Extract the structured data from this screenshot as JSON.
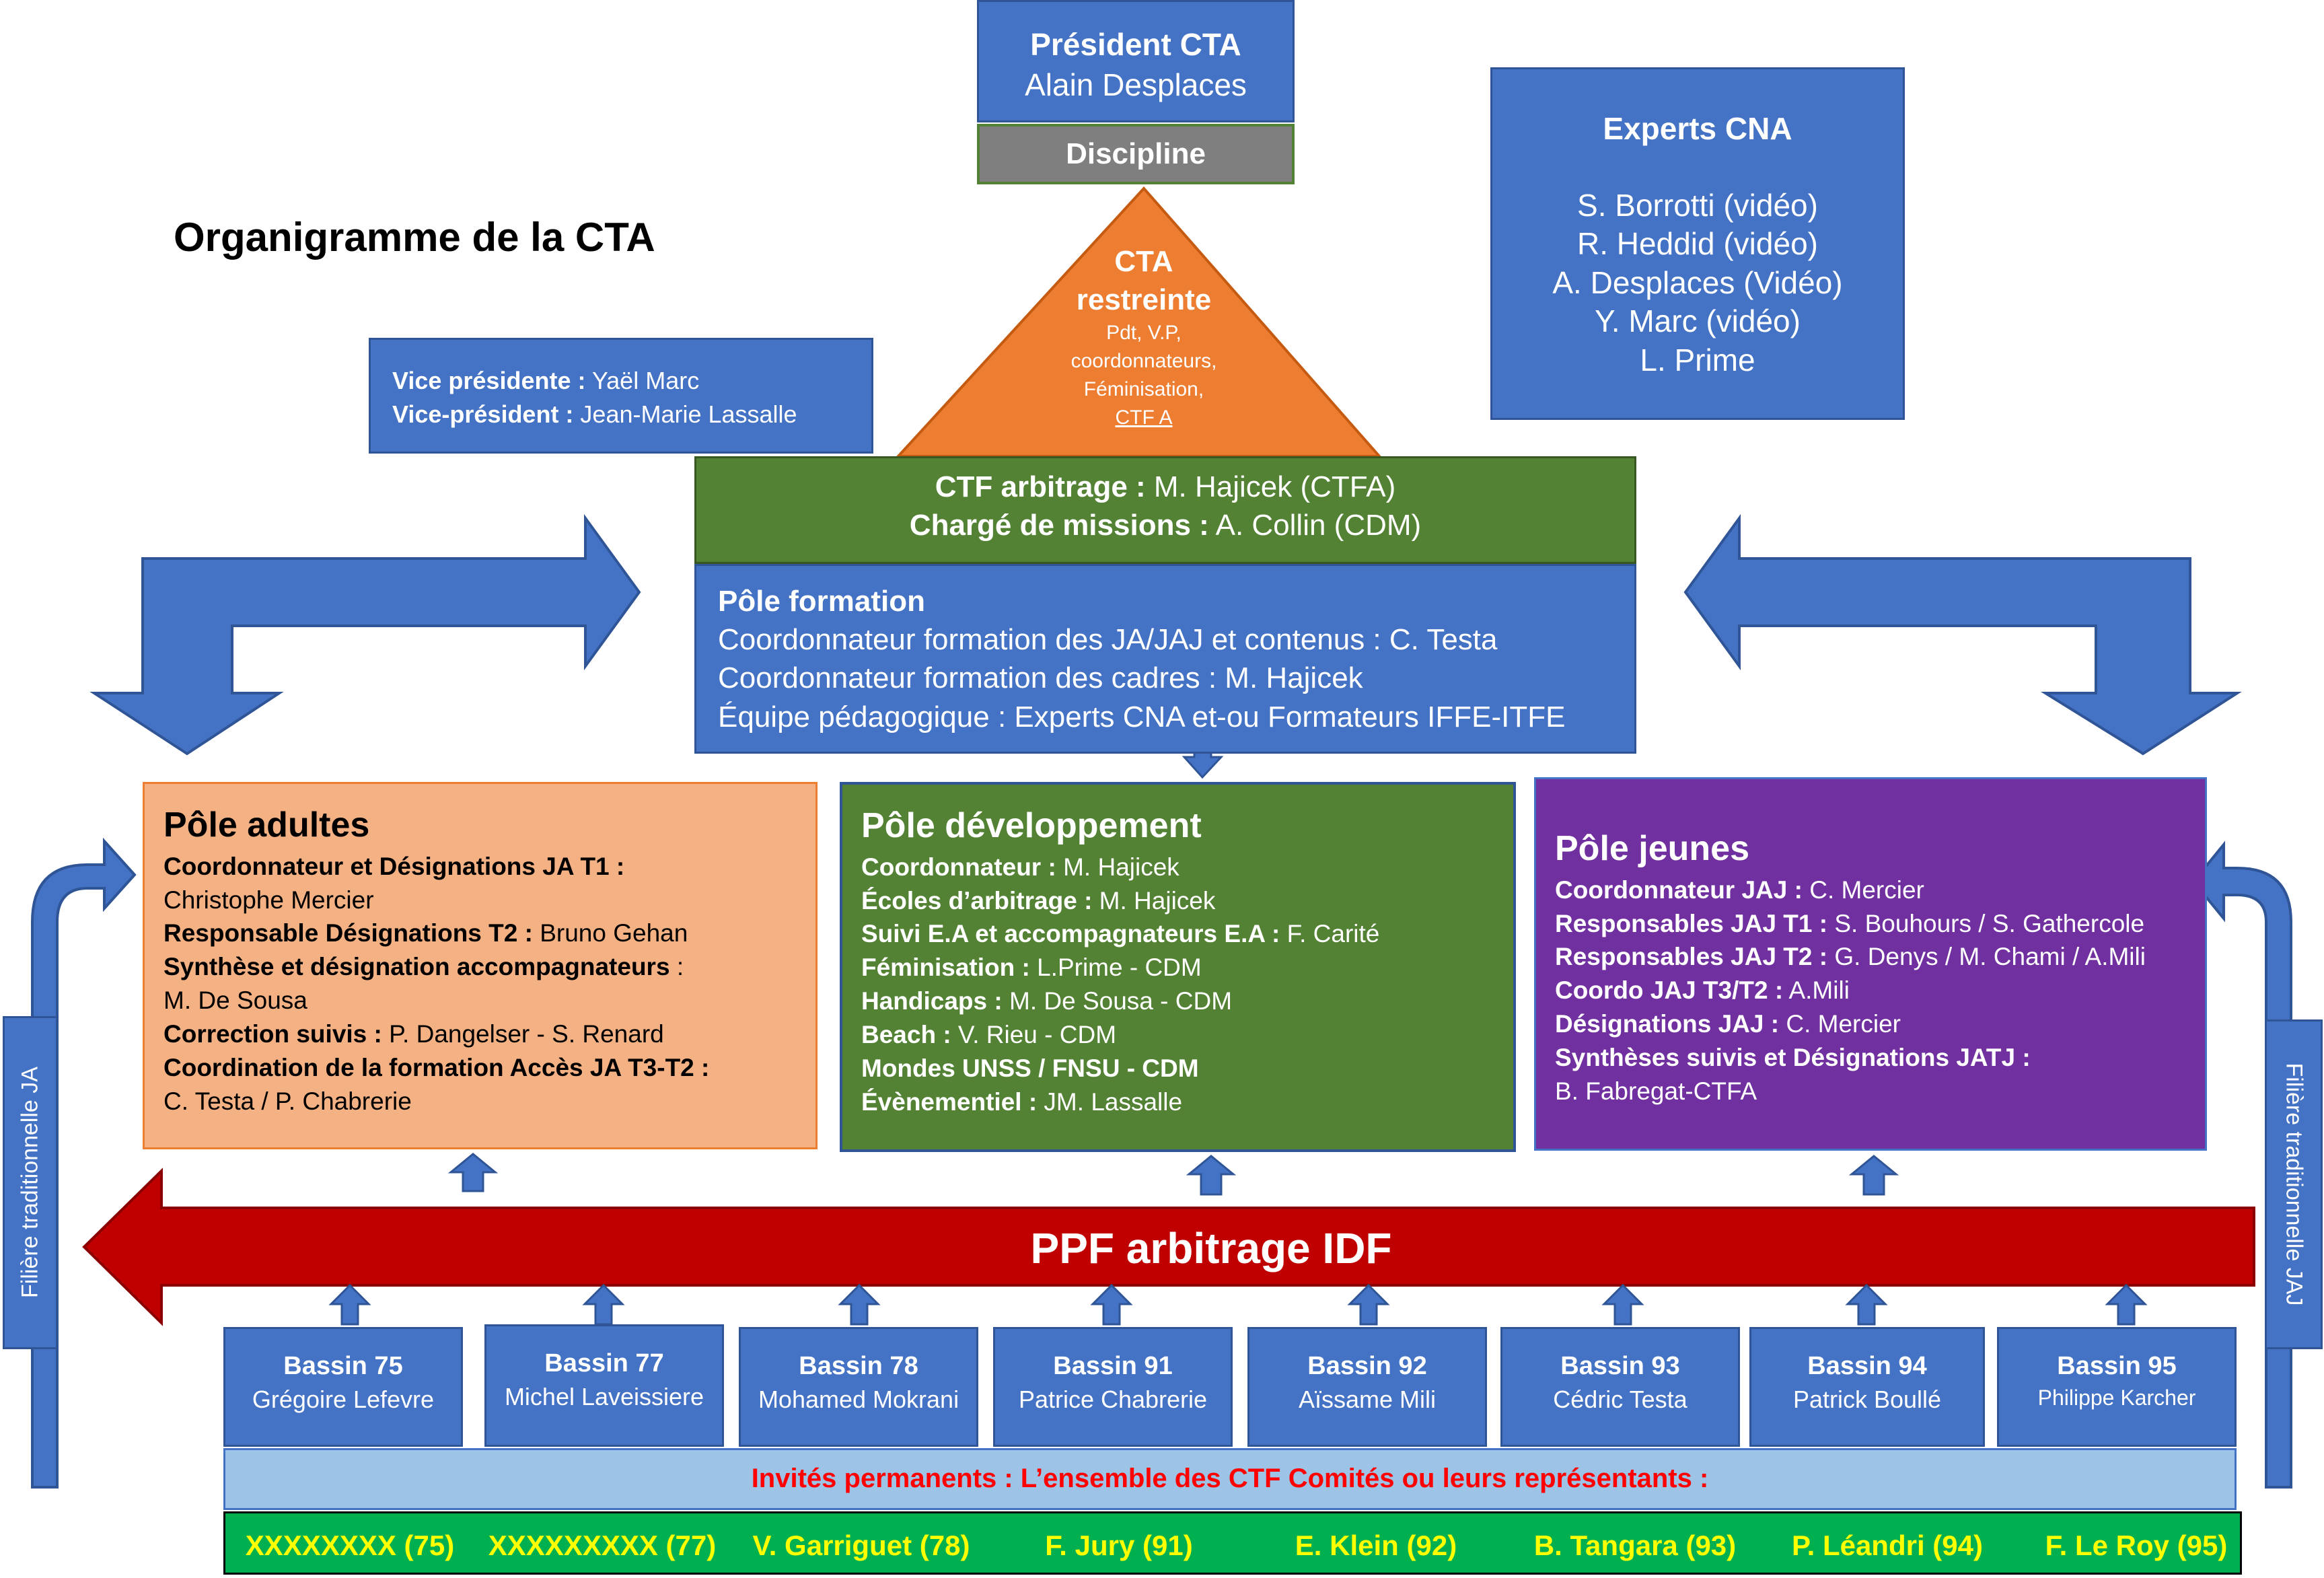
{
  "title": "Organigramme de la CTA",
  "president": {
    "title": "Président CTA",
    "name": "Alain Desplaces"
  },
  "discipline": "Discipline",
  "cta_restreinte": {
    "title_1": "CTA",
    "title_2": "restreinte",
    "line1": "Pdt, V.P,",
    "line2": "coordonnateurs,",
    "line3": "Féminisation,",
    "line4": "CTF A"
  },
  "experts": {
    "title": "Experts CNA",
    "members": [
      "S. Borrotti (vidéo)",
      "R. Heddid (vidéo)",
      "A. Desplaces (Vidéo)",
      "Y. Marc (vidéo)",
      "L. Prime"
    ]
  },
  "vice": [
    {
      "label": "Vice présidente :",
      "value": " Yaël Marc"
    },
    {
      "label": "Vice-président :",
      "value": " Jean-Marie Lassalle"
    }
  ],
  "ctf": [
    {
      "label": "CTF arbitrage :",
      "value": " M. Hajicek (CTFA)"
    },
    {
      "label": "Chargé de missions :",
      "value": " A. Collin (CDM)"
    }
  ],
  "formation": {
    "title": "Pôle formation",
    "lines": [
      "Coordonnateur formation des JA/JAJ et contenus : C. Testa",
      "Coordonnateur formation des cadres : M. Hajicek",
      "Équipe pédagogique : Experts CNA et-ou Formateurs IFFE-ITFE"
    ]
  },
  "adultes": {
    "title": "Pôle adultes",
    "lines": [
      {
        "b": "Coordonnateur et Désignations JA T1 :",
        "t": ""
      },
      {
        "b": "",
        "t": "Christophe Mercier"
      },
      {
        "b": "Responsable Désignations T2 :",
        "t": " Bruno Gehan"
      },
      {
        "b": "Synthèse et désignation accompagnateurs",
        "t": " :"
      },
      {
        "b": "",
        "t": "M. De Sousa"
      },
      {
        "b": "Correction suivis :",
        "t": " P. Dangelser - S. Renard"
      },
      {
        "b": "Coordination de la formation Accès JA T3-T2 :",
        "t": ""
      },
      {
        "b": "",
        "t": "C. Testa / P. Chabrerie"
      }
    ]
  },
  "developpement": {
    "title": "Pôle développement",
    "lines": [
      {
        "b": "Coordonnateur :",
        "t": " M. Hajicek"
      },
      {
        "b": "Écoles d’arbitrage :",
        "t": " M. Hajicek"
      },
      {
        "b": "Suivi E.A et accompagnateurs E.A :",
        "t": " F. Carité"
      },
      {
        "b": "Féminisation :",
        "t": " L.Prime - CDM"
      },
      {
        "b": "Handicaps :",
        "t": " M. De Sousa - CDM"
      },
      {
        "b": "Beach :",
        "t": " V. Rieu - CDM"
      },
      {
        "b": "Mondes UNSS / FNSU - CDM",
        "t": ""
      },
      {
        "b": "Évènementiel :",
        "t": " JM. Lassalle"
      }
    ]
  },
  "jeunes": {
    "title": "Pôle jeunes",
    "lines": [
      {
        "b": "Coordonnateur JAJ :",
        "t": " C. Mercier"
      },
      {
        "b": "Responsables JAJ T1 :",
        "t": " S. Bouhours / S. Gathercole"
      },
      {
        "b": "Responsables JAJ T2 :",
        "t": " G. Denys / M. Chami / A.Mili"
      },
      {
        "b": "Coordo JAJ T3/T2 :",
        "t": " A.Mili"
      },
      {
        "b": "Désignations JAJ :",
        "t": " C. Mercier"
      },
      {
        "b": "Synthèses suivis et Désignations JATJ :",
        "t": ""
      },
      {
        "b": "",
        "t": "B. Fabregat-CTFA"
      }
    ]
  },
  "ppf": "PPF arbitrage IDF",
  "filiere_left": "Filière traditionnelle JA",
  "filiere_right": "Filière traditionnelle JAJ",
  "bassins": [
    {
      "name": "Bassin 75",
      "person": "Grégoire Lefevre"
    },
    {
      "name": "Bassin 77",
      "person": "Michel Laveissiere"
    },
    {
      "name": "Bassin 78",
      "person": "Mohamed Mokrani"
    },
    {
      "name": "Bassin 91",
      "person": "Patrice Chabrerie"
    },
    {
      "name": "Bassin 92",
      "person": "Aïssame Mili"
    },
    {
      "name": "Bassin 93",
      "person": "Cédric Testa"
    },
    {
      "name": "Bassin 94",
      "person": "Patrick Boullé"
    },
    {
      "name": "Bassin 95",
      "person": "Philippe Karcher"
    }
  ],
  "invites": "Invités permanents : L’ensemble des CTF Comités ou leurs représentants :",
  "ctf_comites": [
    "XXXXXXXX (75)",
    "XXXXXXXXX (77)",
    "V. Garriguet (78)",
    "F. Jury (91)",
    "E. Klein (92)",
    "B. Tangara (93)",
    "P. Léandri (94)",
    "F. Le Roy (95)"
  ],
  "colors": {
    "blue": "#4472c4",
    "green": "#548235",
    "orange": "#ed7d31",
    "salmon": "#f4b183",
    "purple": "#7030a0",
    "red": "#c00000",
    "grey": "#7f7f7f",
    "light_blue": "#9dc3e6",
    "bright_green": "#00b050",
    "yellow": "#ffff00"
  }
}
